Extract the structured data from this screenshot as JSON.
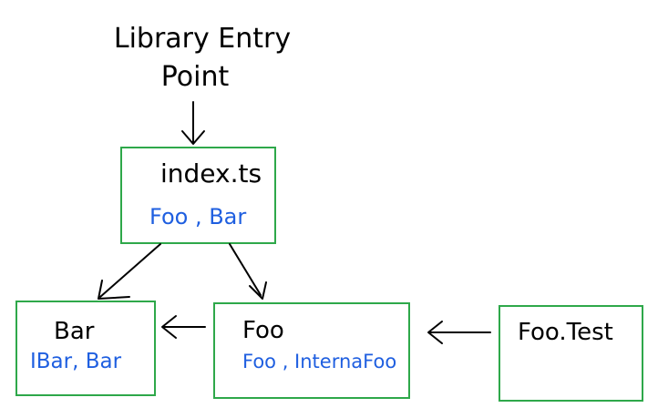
{
  "entry": {
    "line1": "Library Entry",
    "line2": "Point"
  },
  "nodes": {
    "index": {
      "title": "index.ts",
      "exports": "Foo , Bar"
    },
    "bar": {
      "title": "Bar",
      "exports": "IBar, Bar"
    },
    "foo": {
      "title": "Foo",
      "exports": "Foo , InternaFoo"
    },
    "test": {
      "title": "Foo.Test"
    }
  },
  "edges": [
    {
      "from": "entry",
      "to": "index"
    },
    {
      "from": "index",
      "to": "bar"
    },
    {
      "from": "index",
      "to": "foo"
    },
    {
      "from": "foo",
      "to": "bar"
    },
    {
      "from": "test",
      "to": "foo"
    }
  ],
  "colors": {
    "box_stroke": "#2ea84a",
    "export_text": "#1f5fe0",
    "ink": "#000000"
  }
}
